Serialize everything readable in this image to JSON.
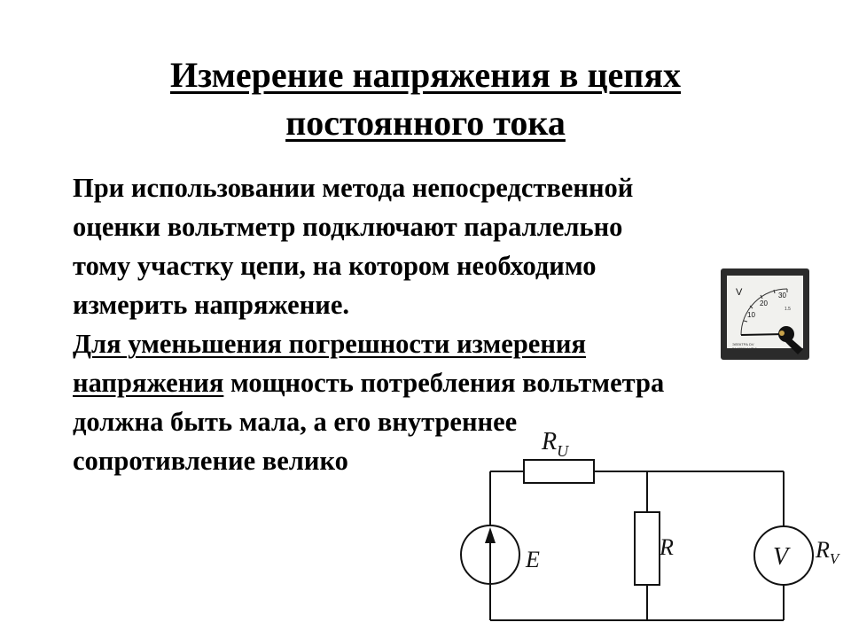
{
  "slide": {
    "title_line1": "Измерение напряжения в цепях",
    "title_line2": "постоянного тока",
    "p1": [
      "При использовании метода непосредственной",
      "оценки вольтметр подключают параллельно",
      "тому участку цепи, на котором необходимо",
      "измерить напряжение."
    ],
    "p2_u1": "Для уменьшения погрешности измерения",
    "p2_u2": "напряжения",
    "p2_rest2": " мощность потребления вольтметра",
    "p2_l3": "должна быть мала, а его внутреннее",
    "p2_l4": "сопротивление велико"
  },
  "meter": {
    "unit": "V",
    "scale": [
      "10",
      "20",
      "30"
    ],
    "small_text": [
      "ЭЛЕКТРА  DV",
      "EA 19500-1 ИП-7",
      "1.5"
    ]
  },
  "circuit": {
    "E": "E",
    "R": "R",
    "RU": "R",
    "RU_sub": "U",
    "V": "V",
    "RV": "R",
    "RV_sub": "V"
  }
}
